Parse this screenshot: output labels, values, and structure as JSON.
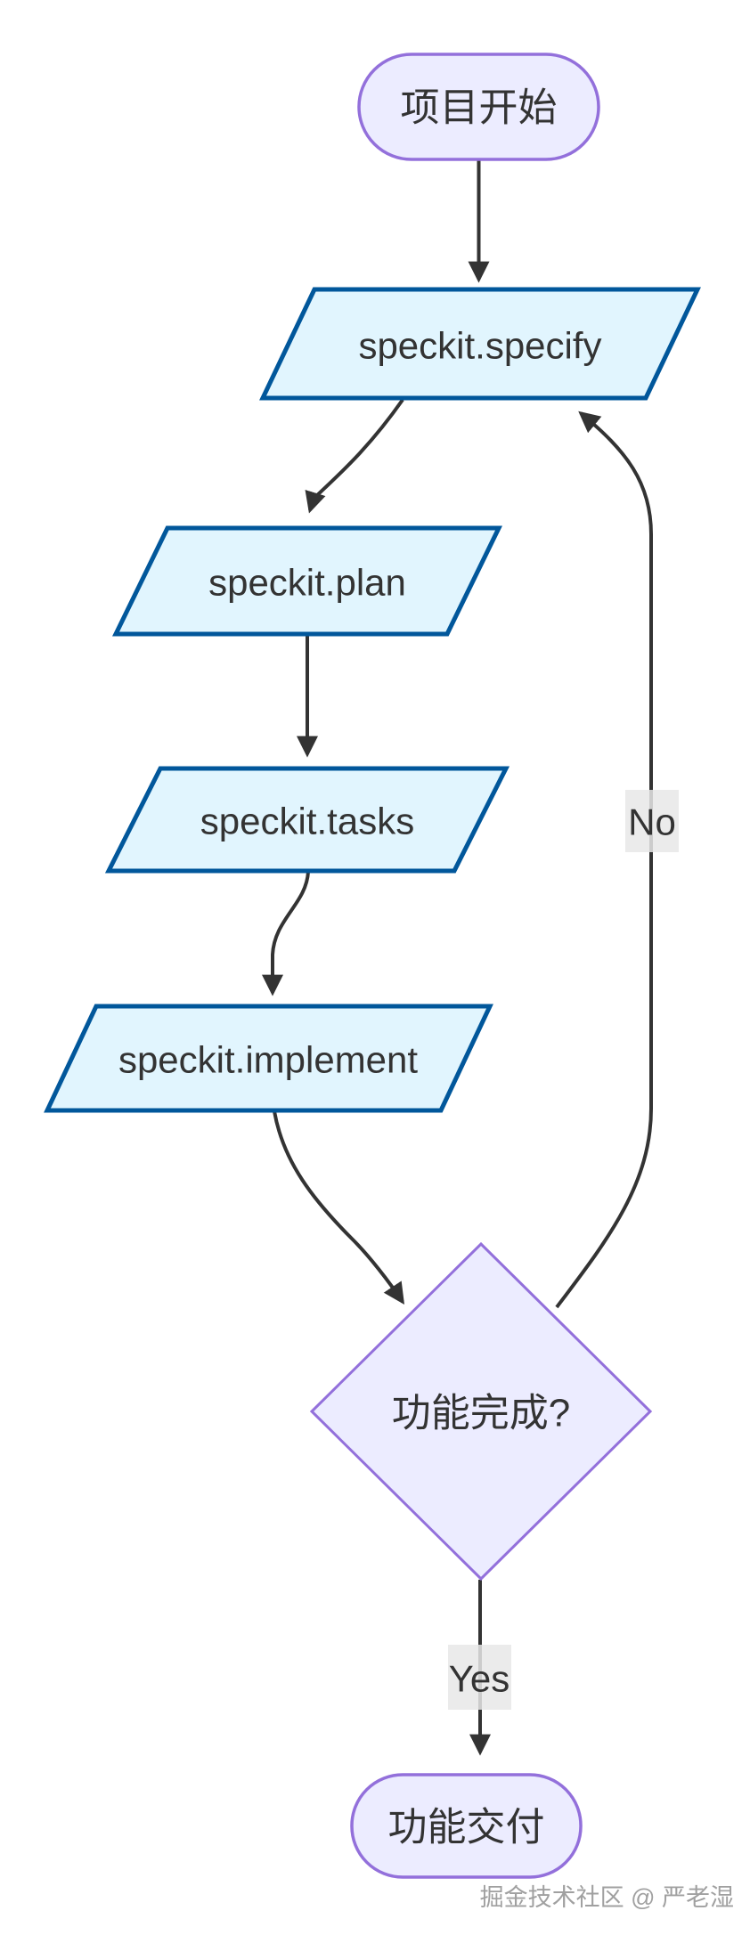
{
  "diagram": {
    "type": "flowchart",
    "direction": "top-down",
    "nodes": [
      {
        "id": "start",
        "shape": "stadium",
        "label": "项目开始"
      },
      {
        "id": "specify",
        "shape": "parallelogram",
        "label": "speckit.specify"
      },
      {
        "id": "plan",
        "shape": "parallelogram",
        "label": "speckit.plan"
      },
      {
        "id": "tasks",
        "shape": "parallelogram",
        "label": "speckit.tasks"
      },
      {
        "id": "implement",
        "shape": "parallelogram",
        "label": "speckit.implement"
      },
      {
        "id": "decision",
        "shape": "diamond",
        "label": "功能完成?"
      },
      {
        "id": "end",
        "shape": "stadium",
        "label": "功能交付"
      }
    ],
    "edges": [
      {
        "from": "start",
        "to": "specify",
        "label": ""
      },
      {
        "from": "specify",
        "to": "plan",
        "label": ""
      },
      {
        "from": "plan",
        "to": "tasks",
        "label": ""
      },
      {
        "from": "tasks",
        "to": "implement",
        "label": ""
      },
      {
        "from": "implement",
        "to": "decision",
        "label": ""
      },
      {
        "from": "decision",
        "to": "specify",
        "label": "No"
      },
      {
        "from": "decision",
        "to": "end",
        "label": "Yes"
      }
    ]
  },
  "watermark": "掘金技术社区 @ 严老湿",
  "colors": {
    "background": "#FFFFFF",
    "stadium_fill": "#ECECFF",
    "stadium_stroke": "#9370DB",
    "diamond_fill": "#ECECFF",
    "diamond_stroke": "#9370DB",
    "parallelogram_fill": "#E1F5FE",
    "parallelogram_stroke": "#01579B",
    "edge_color": "#333333",
    "edge_label_background": "#E8E8E8",
    "text_color": "#333333",
    "watermark_color": "#A0A0A0"
  }
}
